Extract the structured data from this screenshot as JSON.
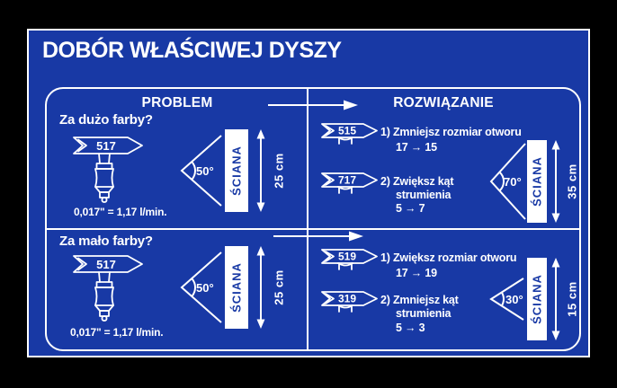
{
  "title": "DOBÓR WŁAŚCIWEJ DYSZY",
  "colors": {
    "background": "#000000",
    "panel_blue": "#1839a5",
    "line_white": "#ffffff"
  },
  "headers": {
    "problem": "PROBLEM",
    "solution": "ROZWIĄZANIE"
  },
  "problems": [
    {
      "question": "Za dużo farby?",
      "nozzle": "517",
      "flow_note": "0,017\" = 1,17 l/min.",
      "spray": {
        "angle": "50°",
        "wall": "ŚCIANA",
        "distance": "25 cm"
      }
    },
    {
      "question": "Za mało farby?",
      "nozzle": "517",
      "flow_note": "0,017\" = 1,17 l/min.",
      "spray": {
        "angle": "50°",
        "wall": "ŚCIANA",
        "distance": "25 cm"
      }
    }
  ],
  "solutions": [
    {
      "steps": [
        {
          "nozzle": "515",
          "num": "1)",
          "line1": "Zmniejsz rozmiar otworu",
          "line2": "",
          "change": "17 → 15"
        },
        {
          "nozzle": "717",
          "num": "2)",
          "line1": "Zwiększ kąt",
          "line2": "strumienia",
          "change": "5 → 7"
        }
      ],
      "spray": {
        "angle": "70°",
        "wall": "ŚCIANA",
        "distance": "35 cm"
      }
    },
    {
      "steps": [
        {
          "nozzle": "519",
          "num": "1)",
          "line1": "Zwiększ rozmiar otworu",
          "line2": "",
          "change": "17 → 19"
        },
        {
          "nozzle": "319",
          "num": "2)",
          "line1": "Zmniejsz kąt",
          "line2": "strumienia",
          "change": "5 → 3"
        }
      ],
      "spray": {
        "angle": "30°",
        "wall": "ŚCIANA",
        "distance": "15 cm"
      }
    }
  ]
}
